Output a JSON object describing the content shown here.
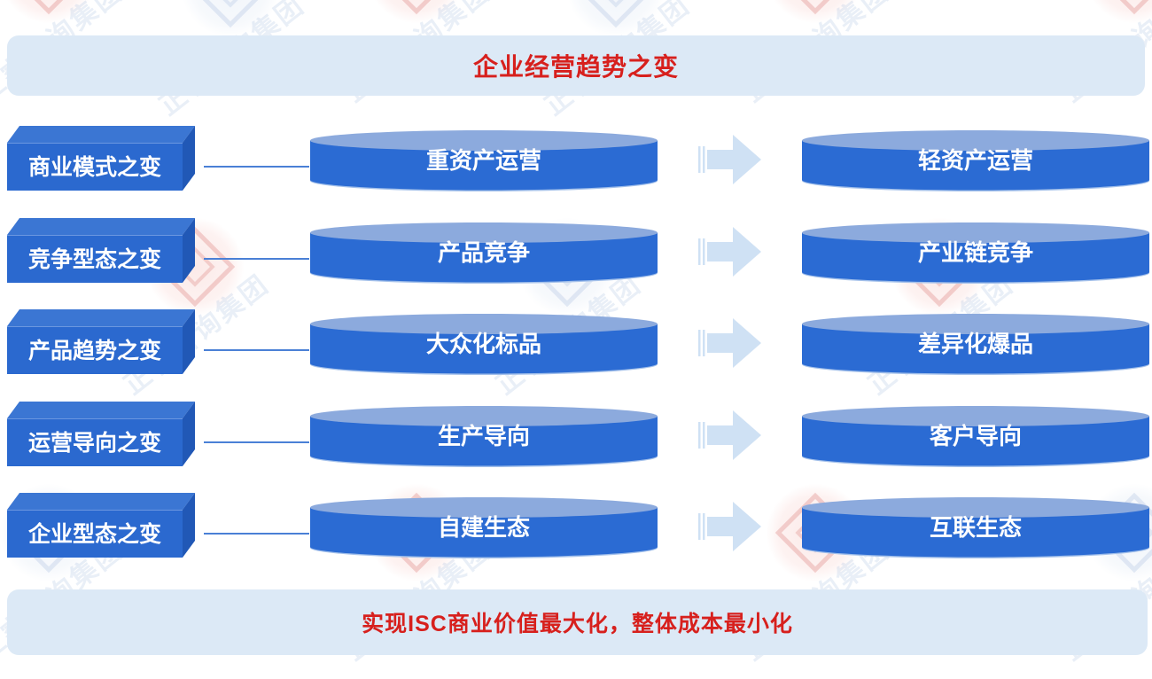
{
  "header": {
    "title": "企业经营趋势之变"
  },
  "footer": {
    "text": "实现ISC商业价值最大化，整体成本最小化"
  },
  "rows": [
    {
      "category": "商业模式之变",
      "before": "重资产运营",
      "after": "轻资产运营"
    },
    {
      "category": "竞争型态之变",
      "before": "产品竞争",
      "after": "产业链竞争"
    },
    {
      "category": "产品趋势之变",
      "before": "大众化标品",
      "after": "差异化爆品"
    },
    {
      "category": "运营导向之变",
      "before": "生产导向",
      "after": "客户导向"
    },
    {
      "category": "企业型态之变",
      "before": "自建生态",
      "after": "互联生态"
    }
  ],
  "watermark": {
    "brand": "正睿咨询集团"
  },
  "icons": {
    "transition_arrow": "right-block-arrow",
    "brand_logo": "diamond-in-circle"
  },
  "colors": {
    "banner_bg": "#dce9f6",
    "banner_text_red": "#d7201d",
    "box_front": "#2b69cf",
    "box_top": "#3b76d3",
    "box_side": "#2158b6",
    "cylinder_body": "#2b6bd3",
    "cylinder_top": "#8caadd",
    "cylinder_rim": "#a3c0ea",
    "connector_line": "#4a80d6",
    "arrow_fill": "#cfe1f4"
  }
}
